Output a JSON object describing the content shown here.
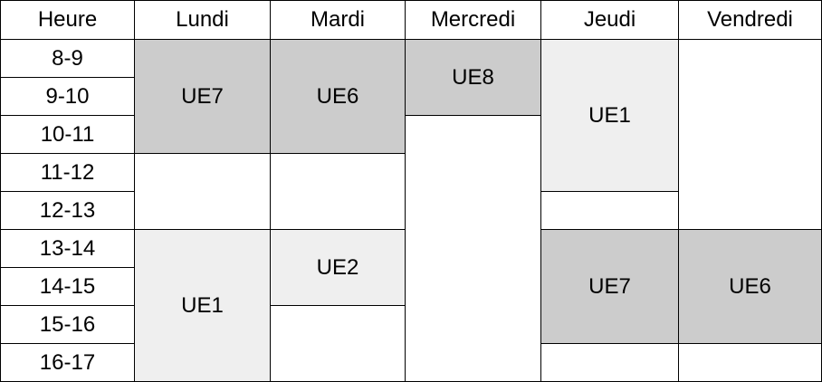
{
  "table": {
    "columns": [
      "Heure",
      "Lundi",
      "Mardi",
      "Mercredi",
      "Jeudi",
      "Vendredi"
    ],
    "hours": [
      "8-9",
      "9-10",
      "10-11",
      "11-12",
      "12-13",
      "13-14",
      "14-15",
      "15-16",
      "16-17"
    ]
  },
  "colors": {
    "dark": "#cccccc",
    "light": "#efefef",
    "empty": "#ffffff",
    "border": "#000000"
  },
  "blocks": [
    {
      "day": "Lundi",
      "hours": "8-9 à 10-11",
      "label": "UE7",
      "fill": "dark"
    },
    {
      "day": "Lundi",
      "hours": "11-12 à 12-13",
      "label": "",
      "fill": "empty"
    },
    {
      "day": "Lundi",
      "hours": "13-14 à 16-17",
      "label": "UE1",
      "fill": "light"
    },
    {
      "day": "Mardi",
      "hours": "8-9 à 10-11",
      "label": "UE6",
      "fill": "dark"
    },
    {
      "day": "Mardi",
      "hours": "11-12 à 12-13",
      "label": "",
      "fill": "empty"
    },
    {
      "day": "Mardi",
      "hours": "13-14 à 14-15",
      "label": "UE2",
      "fill": "light"
    },
    {
      "day": "Mardi",
      "hours": "15-16 à 16-17",
      "label": "",
      "fill": "empty"
    },
    {
      "day": "Mercredi",
      "hours": "8-9 à 9-10",
      "label": "UE8",
      "fill": "dark"
    },
    {
      "day": "Mercredi",
      "hours": "10-11 à 16-17",
      "label": "",
      "fill": "empty"
    },
    {
      "day": "Jeudi",
      "hours": "8-9 à 11-12",
      "label": "UE1",
      "fill": "light"
    },
    {
      "day": "Jeudi",
      "hours": "12-13",
      "label": "",
      "fill": "empty"
    },
    {
      "day": "Jeudi",
      "hours": "13-14 à 15-16",
      "label": "UE7",
      "fill": "dark"
    },
    {
      "day": "Jeudi",
      "hours": "16-17",
      "label": "",
      "fill": "empty"
    },
    {
      "day": "Vendredi",
      "hours": "8-9 à 12-13",
      "label": "",
      "fill": "empty"
    },
    {
      "day": "Vendredi",
      "hours": "13-14 à 15-16",
      "label": "UE6",
      "fill": "dark"
    },
    {
      "day": "Vendredi",
      "hours": "16-17",
      "label": "",
      "fill": "empty"
    }
  ]
}
